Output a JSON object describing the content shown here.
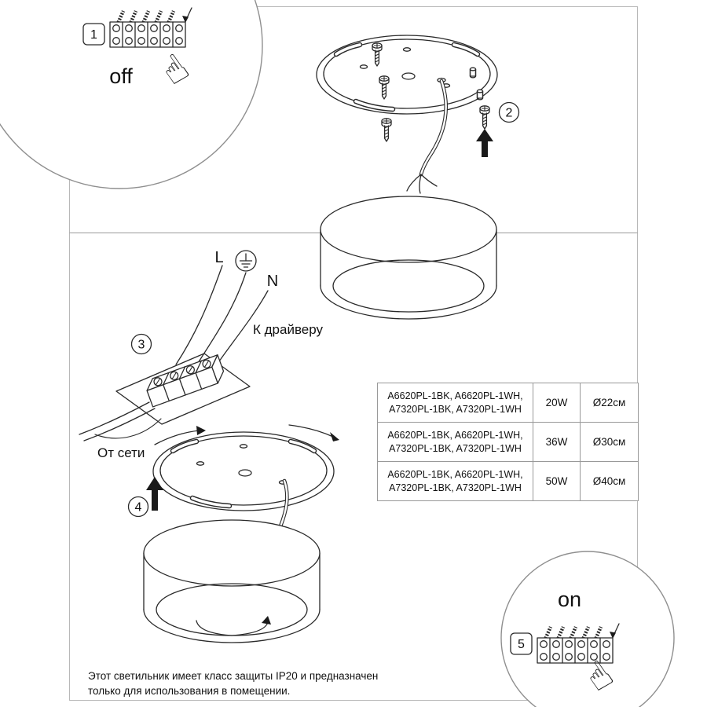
{
  "page": {
    "footer_line1": "Этот светильник имеет класс защиты IP20 и предназначен",
    "footer_line2": "только для использования в помещении."
  },
  "steps": {
    "s1": {
      "num": "1",
      "label": "off"
    },
    "s2": {
      "num": "2"
    },
    "s3": {
      "num": "3",
      "line_label": "L",
      "neutral_label": "N",
      "to_driver": "К драйверу",
      "from_mains": "От сети"
    },
    "s4": {
      "num": "4"
    },
    "s5": {
      "num": "5",
      "label": "on"
    }
  },
  "icons": {
    "hand": "☝"
  },
  "table": {
    "rows": [
      {
        "models1": "A6620PL-1BK, A6620PL-1WH,",
        "models2": "A7320PL-1BK, A7320PL-1WH",
        "power": "20W",
        "diameter": "Ø22см"
      },
      {
        "models1": "A6620PL-1BK, A6620PL-1WH,",
        "models2": "A7320PL-1BK, A7320PL-1WH",
        "power": "36W",
        "diameter": "Ø30см"
      },
      {
        "models1": "A6620PL-1BK, A6620PL-1WH,",
        "models2": "A7320PL-1BK, A7320PL-1WH",
        "power": "50W",
        "diameter": "Ø40см"
      }
    ]
  }
}
